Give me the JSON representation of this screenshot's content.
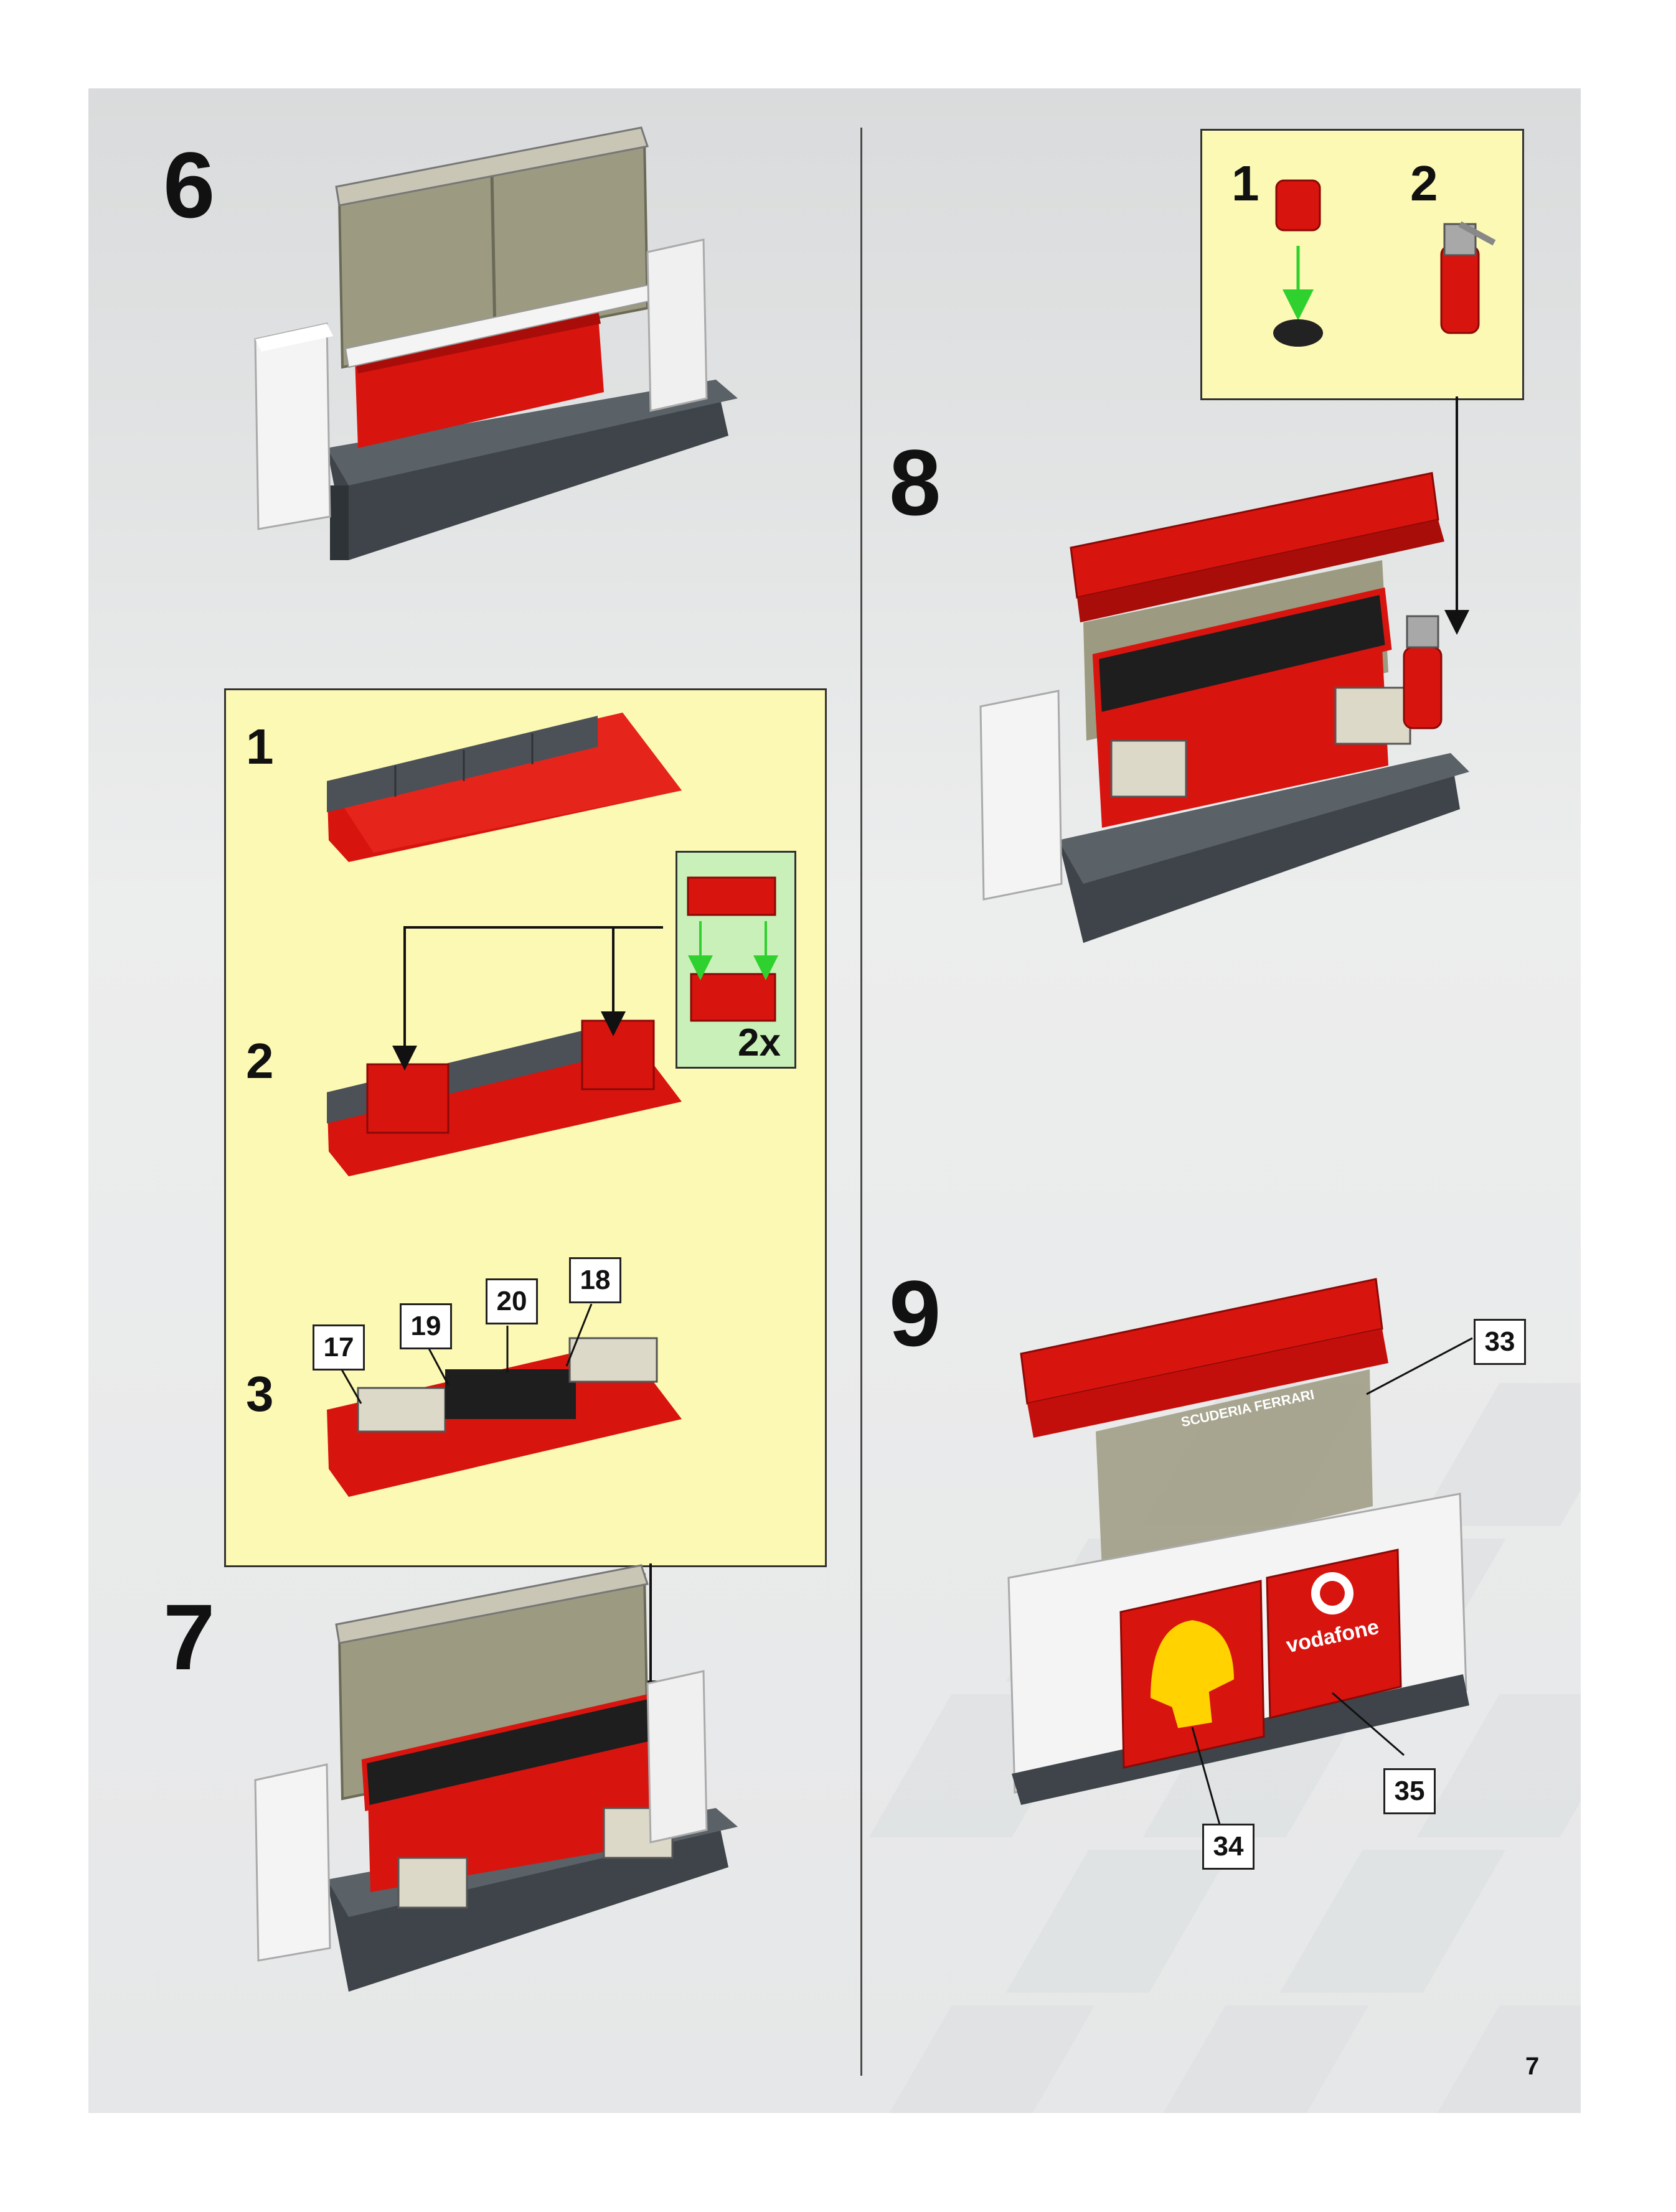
{
  "steps": {
    "s6": "6",
    "s7": "7",
    "s8": "8",
    "s9": "9"
  },
  "substeps_left": [
    "1",
    "2",
    "3"
  ],
  "multiplier": "2x",
  "substeps_right": [
    "1",
    "2"
  ],
  "callouts": {
    "c17": "17",
    "c18": "18",
    "c19": "19",
    "c20": "20",
    "c33": "33",
    "c34": "34",
    "c35": "35"
  },
  "sticker_text": {
    "scuderia": "SCUDERIA FERRARI",
    "vodafone": "vodafone"
  },
  "page_number": "7",
  "colors": {
    "red": "#d8140f",
    "dark_gray": "#4b5157",
    "white_brick": "#f4f4f4",
    "trans_panel": "#9c9a80",
    "callout_yellow": "#fcf9b4",
    "callout_green": "#c9f0b9",
    "shell_yellow": "#ffd200",
    "arrow_green": "#2fd12f"
  }
}
